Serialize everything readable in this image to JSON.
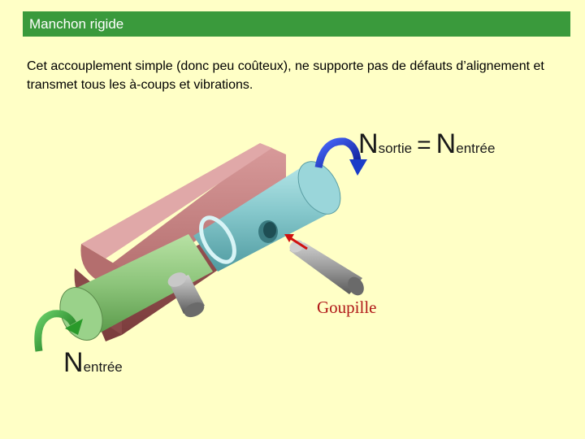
{
  "slide": {
    "title": "Manchon rigide",
    "description": "Cet accouplement simple (donc peu coûteux), ne supporte pas de défauts d’alignement et transmet tous les à-coups et vibrations."
  },
  "diagram": {
    "output_symbol": "N",
    "output_subscript": "sortie",
    "equals": "=",
    "input_symbol": "N",
    "input_subscript": "entrée",
    "pin_label": "Goupille",
    "colors": {
      "title_bar": "#3a9a3c",
      "background": "#ffffc6",
      "sleeve": "#c07878",
      "output_shaft": "#7ec4c6",
      "input_shaft": "#8cc47a",
      "pin": "#9a9a9a",
      "arrow_output": "#1a3cc8",
      "arrow_input": "#2a9a2a",
      "pin_label": "#b01818"
    }
  }
}
